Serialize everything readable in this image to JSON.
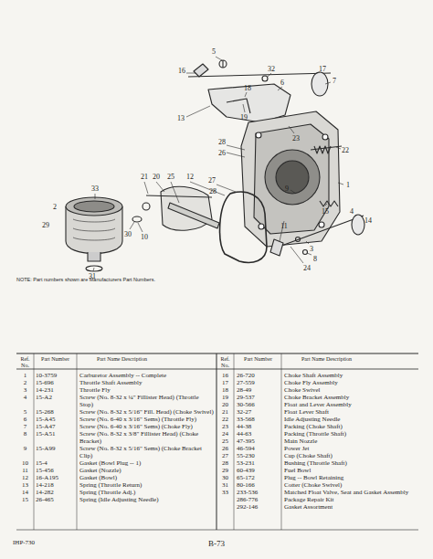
{
  "diagram": {
    "labels": [
      "5",
      "16",
      "32",
      "17",
      "7",
      "6",
      "18",
      "13",
      "19",
      "23",
      "22",
      "28",
      "26",
      "21",
      "20",
      "25",
      "12",
      "27",
      "1",
      "33",
      "31",
      "30",
      "10",
      "9",
      "11",
      "15",
      "4",
      "14",
      "3",
      "8",
      "24",
      "28",
      "2",
      "29",
      "NOTE: Part numbers shown are Manufacturers Part Numbers.",
      "Ref. No.",
      "Part Number",
      "Part Name Description",
      "Ref. No.",
      "Part Number",
      "Part Name Description",
      "1",
      "10-3759",
      "Carburetor Assembly -- Complete",
      "2",
      "15-696",
      "Throttle Shaft Assembly",
      "3",
      "14-231",
      "Throttle Fly",
      "4",
      "15-A2",
      "Screw (No. 8-32 x ¼\" Fillister Head) (Throttle Stop)",
      "5",
      "15-268",
      "Screw (No. 8-32 x 5/16\" Fill. Head) (Choke Swivel)",
      "6",
      "15-A45",
      "Screw (No. 6-40 x 3/16\" Sems) (Throttle Fly)",
      "7",
      "15-A47",
      "Screw (No. 6-40 x 3/16\" Sems) (Choke Fly)",
      "8",
      "15-A51",
      "Screw (No. 8-32 x 3/8\" Fillister Head) (Choke Bracket)",
      "9",
      "15-A99",
      "Screw (No. 8-32 x 5/16\" Sems) (Choke Bracket Clip)",
      "10",
      "15-4",
      "Gasket (Bowl Plug -- 1)",
      "11",
      "15-456",
      "Gasket (Nozzle)",
      "12",
      "16-A195",
      "Gasket (Bowl)",
      "13",
      "14-218",
      "Spring (Throttle Return)",
      "14",
      "14-282",
      "Spring (Throttle Adj.)",
      "15",
      "26-465",
      "Spring (Idle Adjusting Needle)",
      "16",
      "26-720",
      "Choke Shaft Assembly",
      "17",
      "27-559",
      "Choke Fly Assembly",
      "18",
      "28-49",
      "Choke Swivel",
      "19",
      "29-537",
      "Choke Bracket Assembly",
      "20",
      "30-566",
      "Float and Lever Assembly",
      "21",
      "32-27",
      "Float Lever Shaft",
      "22",
      "33-568",
      "Idle Adjusting Needle",
      "23",
      "44-38",
      "Packing (Choke Shaft)",
      "24",
      "44-63",
      "Packing (Throttle Shaft)",
      "25",
      "47-395",
      "Main Nozzle",
      "26",
      "46-594",
      "Power Jet",
      "27",
      "55-230",
      "Cup (Choke Shaft)",
      "28",
      "53-231",
      "Bushing (Throttle Shaft)",
      "29",
      "60-439",
      "Fuel Bowl",
      "30",
      "65-172",
      "Plug -- Bowl Retaining",
      "31",
      "80-166",
      "Cotter (Choke Swivel)",
      "33",
      "233-536",
      "Matched Float Valve, Seat and Gasket Assembly",
      "286-776",
      "Package Repair Kit",
      "292-146",
      "Gasket Assortment",
      "IHP-730",
      "B-73"
    ]
  }
}
